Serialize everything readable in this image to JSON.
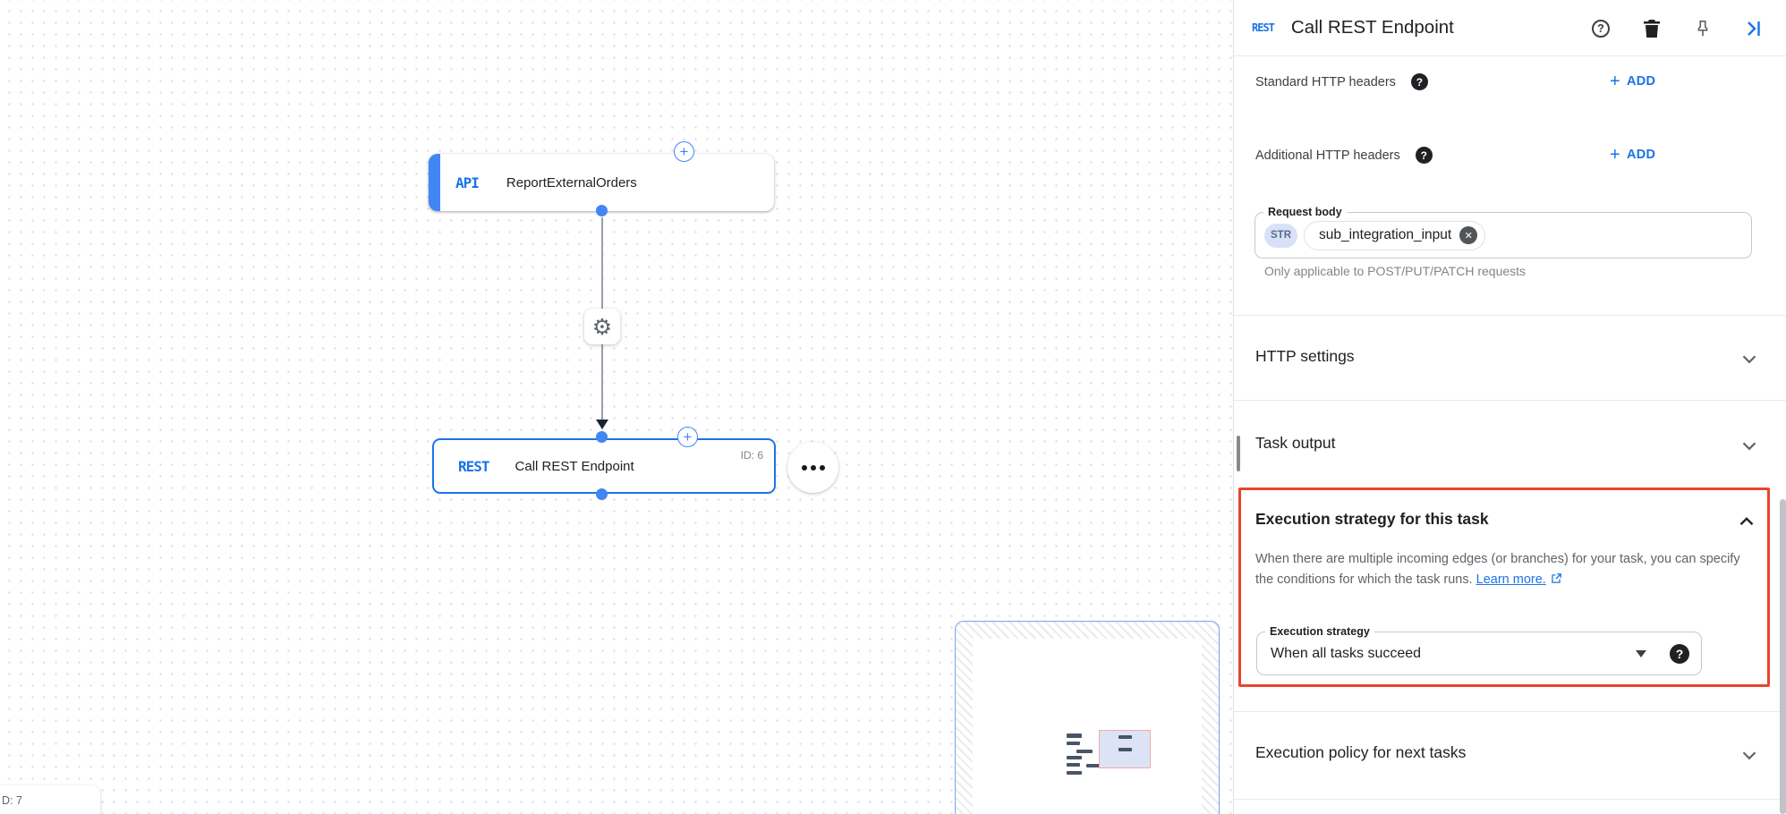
{
  "colors": {
    "accent": "#1a73e8",
    "node_blue": "#4285f4",
    "highlight_red": "#e8442e"
  },
  "icons": {
    "help_glyph": "?",
    "gear_glyph": "⚙",
    "plus_glyph": "+",
    "close_glyph": "✕"
  },
  "canvas": {
    "trigger_node": {
      "badge": "API",
      "label": "ReportExternalOrders"
    },
    "rest_node": {
      "badge": "REST",
      "label": "Call REST Endpoint",
      "id_label": "ID: 6"
    },
    "partial_node": {
      "id_label": "D: 7"
    }
  },
  "panel": {
    "badge": "REST",
    "title": "Call REST Endpoint",
    "standard_headers": {
      "label": "Standard HTTP headers",
      "add_label": "ADD"
    },
    "additional_headers": {
      "label": "Additional HTTP headers",
      "add_label": "ADD"
    },
    "request_body": {
      "label": "Request body",
      "type_chip": "STR",
      "value": "sub_integration_input",
      "helper": "Only applicable to POST/PUT/PATCH requests"
    },
    "http_settings": {
      "title": "HTTP settings"
    },
    "task_output": {
      "title": "Task output"
    },
    "execution_strategy": {
      "title": "Execution strategy for this task",
      "description": "When there are multiple incoming edges (or branches) for your task, you can specify the conditions for which the task runs.",
      "link_label": "Learn more.",
      "field_label": "Execution strategy",
      "field_value": "When all tasks succeed"
    },
    "execution_policy": {
      "title": "Execution policy for next tasks"
    }
  }
}
